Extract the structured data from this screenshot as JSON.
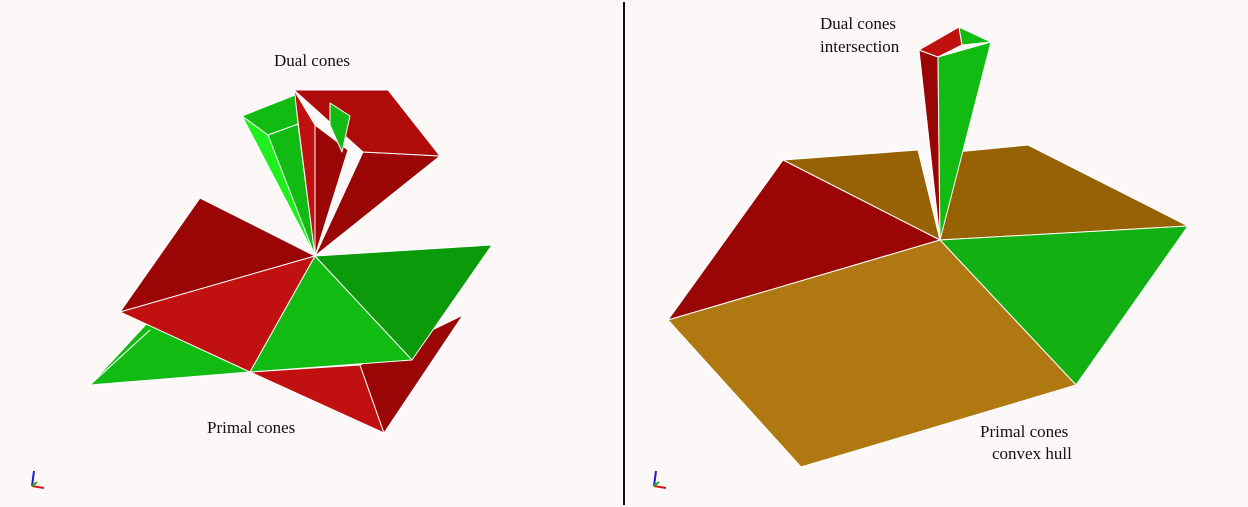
{
  "left_view": {
    "dual_label": "Dual cones",
    "primal_label": "Primal cones"
  },
  "right_view": {
    "dual_label_line1": "Dual cones",
    "dual_label_line2": "intersection",
    "primal_label_line1": "Primal cones",
    "primal_label_line2": "convex hull"
  },
  "colors": {
    "background": "#fcf8f8",
    "red": "#c01010",
    "dark_red": "#9a0606",
    "green": "#12bb12",
    "dark_green": "#0a9a0a",
    "orange": "#b07810",
    "dark_orange": "#966204"
  },
  "icons": {
    "axis_triad": "xyz-axis-icon"
  }
}
